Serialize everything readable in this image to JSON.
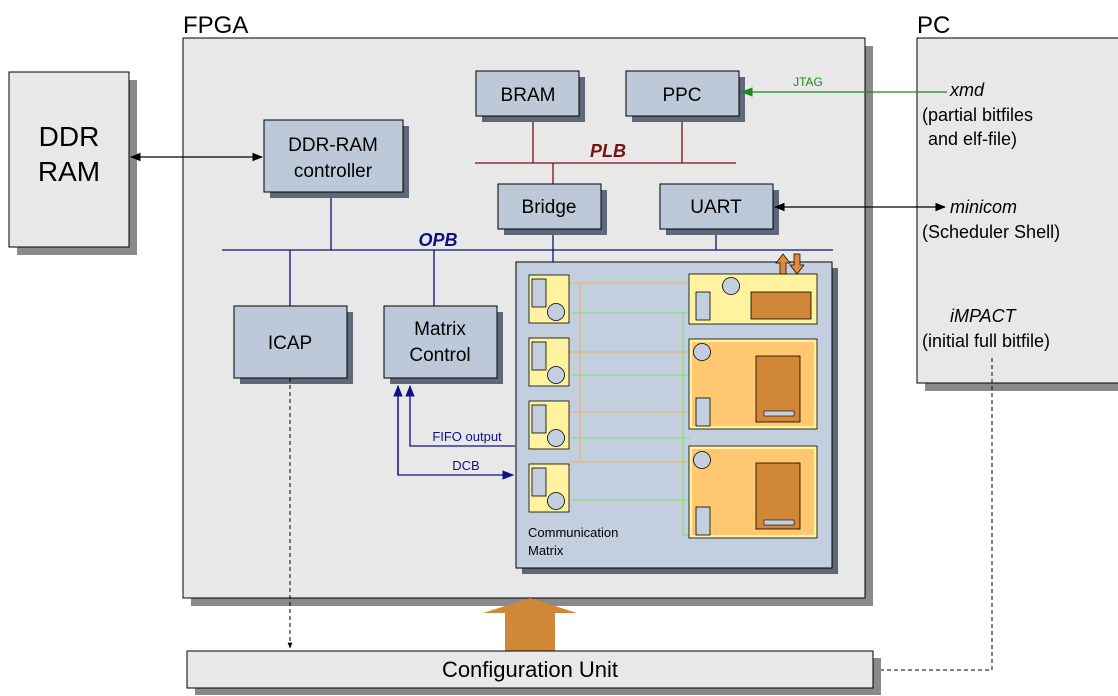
{
  "fpga": {
    "title": "FPGA"
  },
  "pc": {
    "title": "PC",
    "xmd": "xmd",
    "xmd_desc_1": "(partial bitfiles",
    "xmd_desc_2": "and elf-file)",
    "minicom": "minicom",
    "minicom_desc": "(Scheduler Shell)",
    "impact": "iMPACT",
    "impact_desc": "(initial full bitfile)"
  },
  "ddr_ram": {
    "line1": "DDR",
    "line2": "RAM"
  },
  "blocks": {
    "bram": "BRAM",
    "ppc": "PPC",
    "ddr_controller_1": "DDR-RAM",
    "ddr_controller_2": "controller",
    "bridge": "Bridge",
    "uart": "UART",
    "icap": "ICAP",
    "matrix_control_1": "Matrix",
    "matrix_control_2": "Control"
  },
  "buses": {
    "plb": "PLB",
    "opb": "OPB"
  },
  "links": {
    "jtag": "JTAG",
    "fifo_output": "FIFO output",
    "dcb": "DCB"
  },
  "comm_matrix": {
    "line1": "Communication",
    "line2": "Matrix"
  },
  "config_unit": {
    "label": "Configuration Unit"
  },
  "colors": {
    "panel": "#e8e8e8",
    "block": "#bdc9d9",
    "matrix_bg": "#c3cfdf",
    "module_yellow": "#fff3a0",
    "module_orange": "#ffc870",
    "module_brown": "#d08838",
    "plb": "#7a1010",
    "opb": "#10107a",
    "jtag": "#1a8a1a",
    "arrow_orange": "#d08838"
  }
}
